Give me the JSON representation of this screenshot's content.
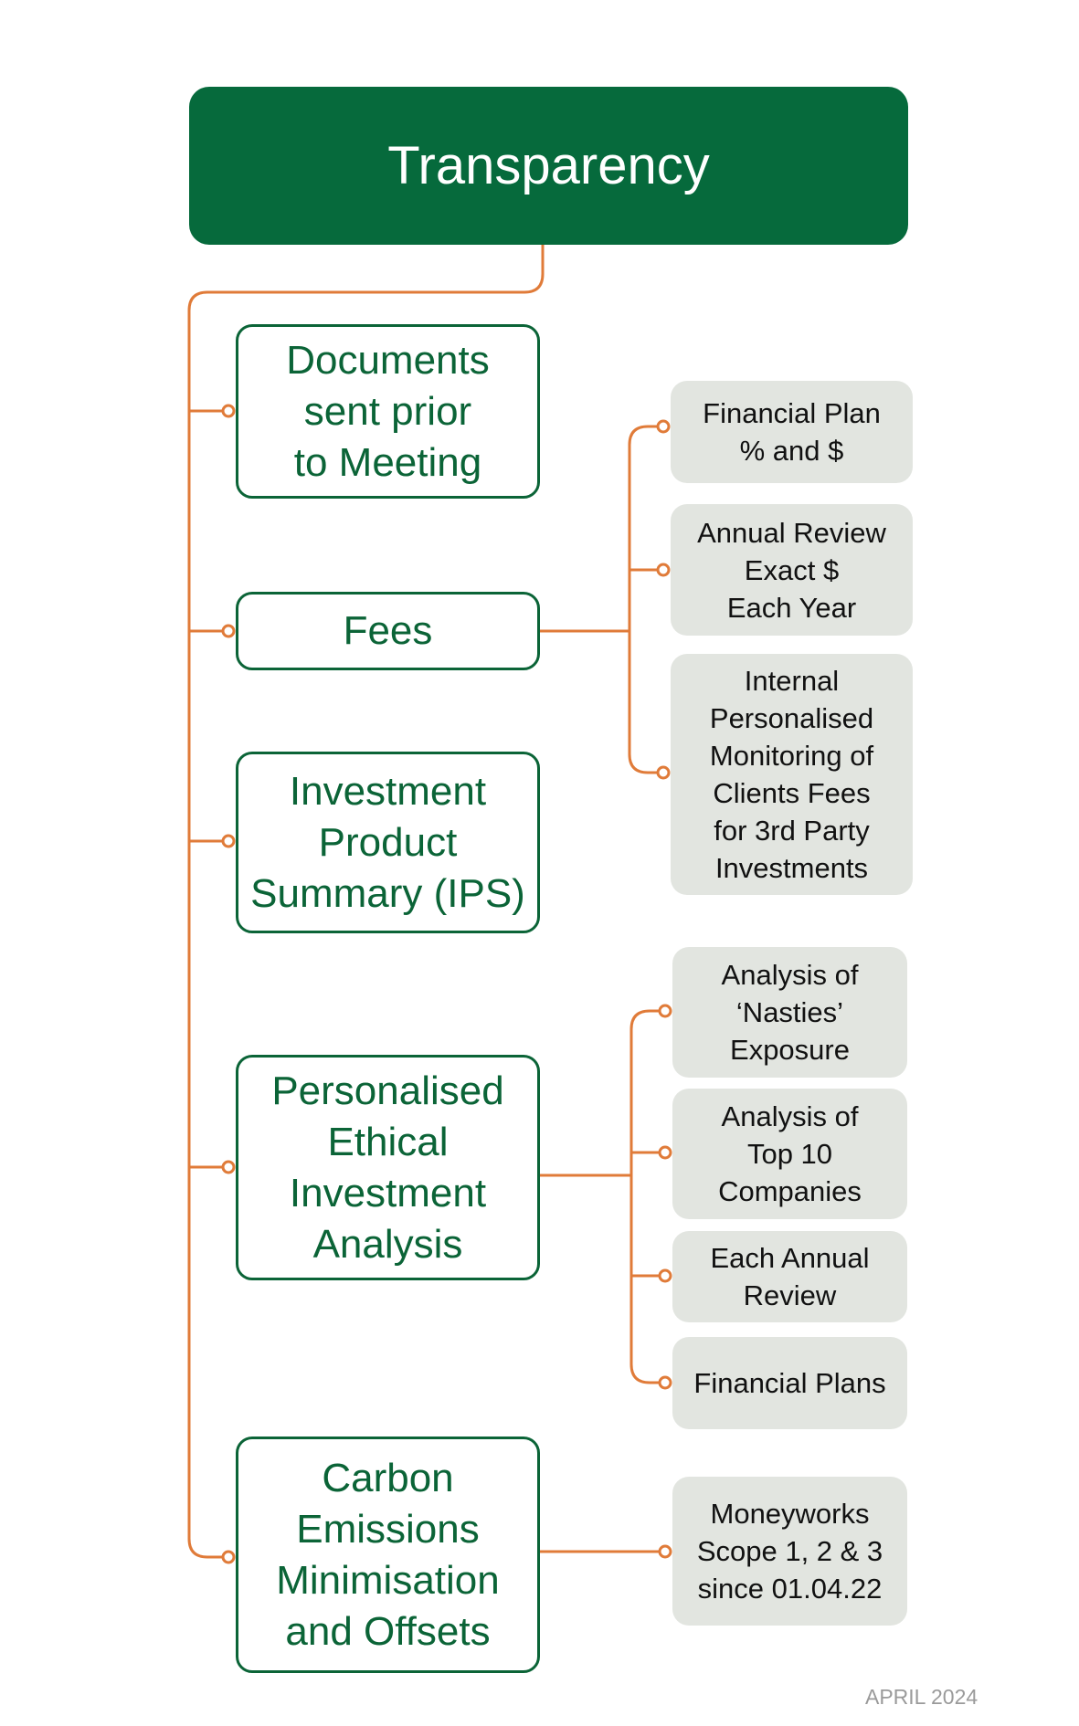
{
  "title": "Transparency",
  "branches": [
    {
      "label": "Documents\nsent prior\nto Meeting",
      "children": []
    },
    {
      "label": "Fees",
      "children": [
        "Financial Plan\n% and $",
        "Annual Review\nExact $\nEach Year",
        "Internal\nPersonalised\nMonitoring of\nClients Fees\nfor 3rd Party\nInvestments"
      ]
    },
    {
      "label": "Investment\nProduct\nSummary (IPS)",
      "children": []
    },
    {
      "label": "Personalised\nEthical\nInvestment\nAnalysis",
      "children": [
        "Analysis of\n‘Nasties’\nExposure",
        "Analysis of\nTop 10\nCompanies",
        "Each Annual\nReview",
        "Financial Plans"
      ]
    },
    {
      "label": "Carbon\nEmissions\nMinimisation\nand Offsets",
      "children": [
        "Moneyworks\nScope 1, 2 & 3\nsince 01.04.22"
      ]
    }
  ],
  "footer": "APRIL 2024",
  "colors": {
    "primary_green": "#066a3c",
    "connector_orange": "#e07b39",
    "leaf_grey": "#e2e5e0"
  }
}
